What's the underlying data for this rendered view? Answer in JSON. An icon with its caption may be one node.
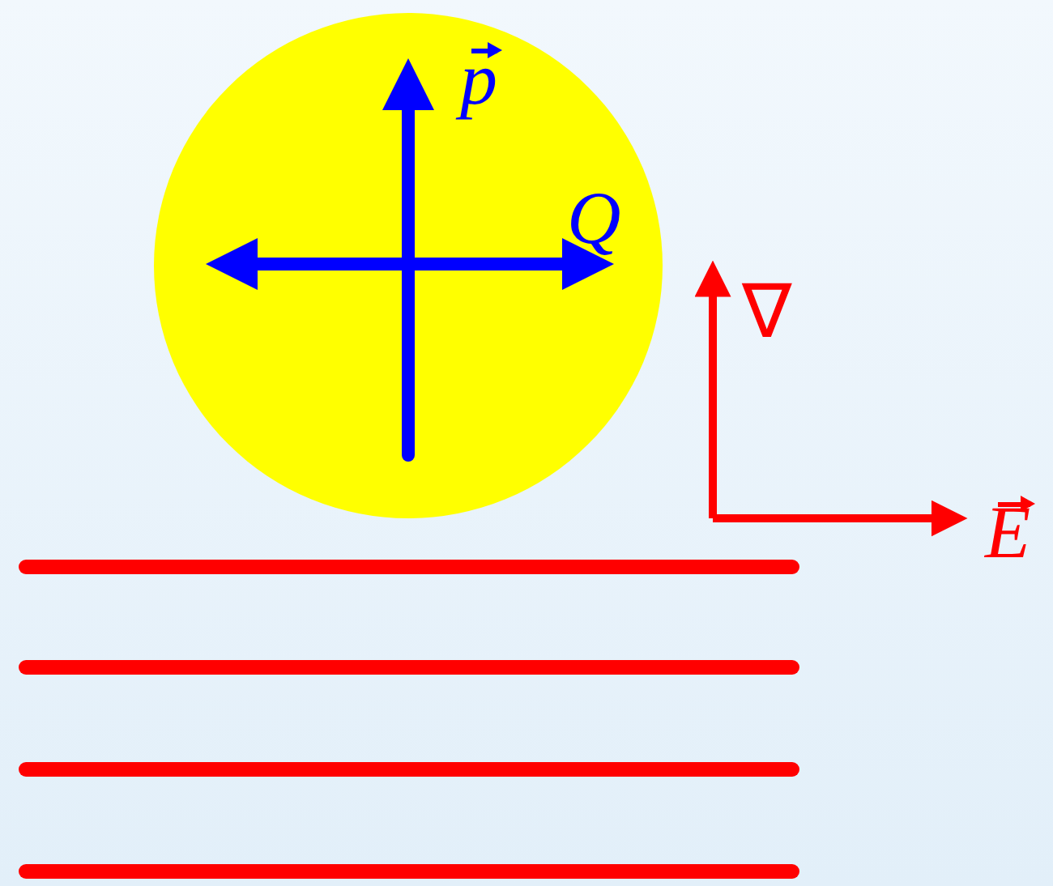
{
  "diagram": {
    "labels": [
      "p",
      "Q",
      "∇",
      "E"
    ]
  }
}
